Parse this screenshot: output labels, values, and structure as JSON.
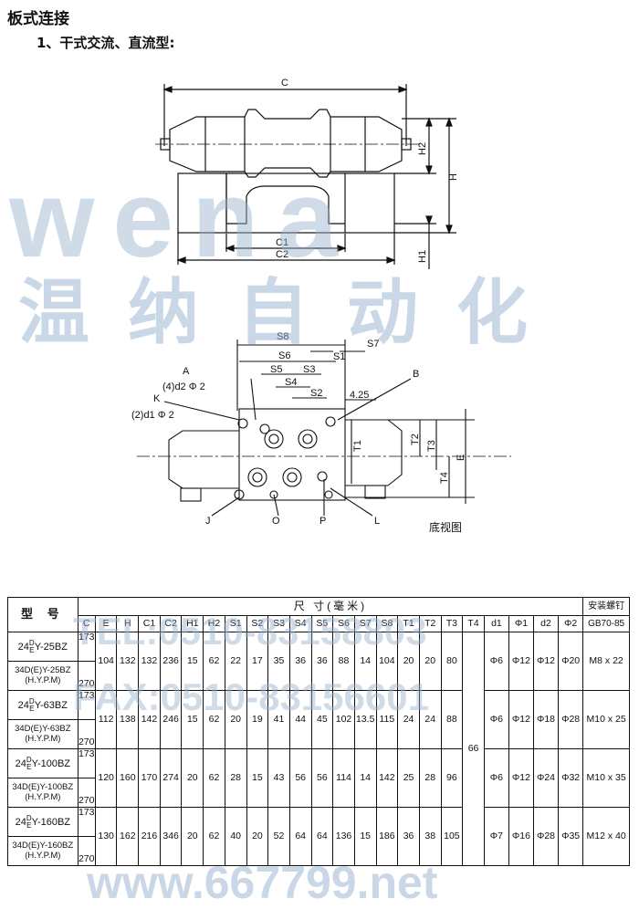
{
  "heading": {
    "title": "板式连接",
    "subtitle": "1、干式交流、直流型:"
  },
  "top_view": {
    "labels": {
      "C": "C",
      "H": "H",
      "H1": "H1",
      "H2": "H2",
      "C1": "C1",
      "C2": "C2"
    }
  },
  "bottom_view": {
    "caption": "底视图",
    "labels": {
      "S1": "S1",
      "S2": "S2",
      "S3": "S3",
      "S4": "S4",
      "S5": "S5",
      "S6": "S6",
      "S7": "S7",
      "S8": "S8",
      "T1": "T1",
      "T2": "T2",
      "T3": "T3",
      "T4": "T4",
      "E": "E",
      "A": "A",
      "B": "B",
      "K": "K",
      "J": "J",
      "O": "O",
      "P": "P",
      "L": "L",
      "d2": "(4)d2 Φ 2",
      "d1": "(2)d1 Φ 2",
      "offset": "4.25"
    }
  },
  "table": {
    "model_header": "型 号",
    "dim_header": "尺      寸(毫米)",
    "screw_header": "安装螺钉",
    "columns": [
      "C",
      "E",
      "H",
      "C1",
      "C2",
      "H1",
      "H2",
      "S1",
      "S2",
      "S3",
      "S4",
      "S5",
      "S6",
      "S7",
      "S8",
      "T1",
      "T2",
      "T3",
      "T4",
      "d1",
      "Φ1",
      "d2",
      "Φ2",
      "GB70-85"
    ],
    "t4_shared": "66",
    "groups": [
      {
        "model_a": "24DEY-25BZ",
        "model_a_pre": "24",
        "model_a_sup": "D",
        "model_a_sub": "E",
        "model_a_post": "Y-25BZ",
        "model_b1": "34D(E)Y-25BZ",
        "model_b2": "(H.Y.P.M)",
        "c_a": "173",
        "c_b": "270",
        "values": [
          "104",
          "132",
          "132",
          "236",
          "15",
          "62",
          "22",
          "17",
          "35",
          "36",
          "36",
          "88",
          "14",
          "104",
          "20",
          "20",
          "80"
        ],
        "tail": [
          "Φ6",
          "Φ12",
          "Φ12",
          "Φ20",
          "M8 x 22"
        ]
      },
      {
        "model_a": "24DEY-63BZ",
        "model_a_pre": "24",
        "model_a_sup": "D",
        "model_a_sub": "E",
        "model_a_post": "Y-63BZ",
        "model_b1": "34D(E)Y-63BZ",
        "model_b2": "(H.Y.P.M)",
        "c_a": "173",
        "c_b": "270",
        "values": [
          "112",
          "138",
          "142",
          "246",
          "15",
          "62",
          "20",
          "19",
          "41",
          "44",
          "45",
          "102",
          "13.5",
          "115",
          "24",
          "24",
          "88"
        ],
        "tail": [
          "Φ6",
          "Φ12",
          "Φ18",
          "Φ28",
          "M10 x 25"
        ]
      },
      {
        "model_a": "24DEY-100BZ",
        "model_a_pre": "24",
        "model_a_sup": "D",
        "model_a_sub": "E",
        "model_a_post": "Y-100BZ",
        "model_b1": "34D(E)Y-100BZ",
        "model_b2": "(H.Y.P.M)",
        "c_a": "173",
        "c_b": "270",
        "values": [
          "120",
          "160",
          "170",
          "274",
          "20",
          "62",
          "28",
          "15",
          "43",
          "56",
          "56",
          "114",
          "14",
          "142",
          "25",
          "28",
          "96"
        ],
        "tail": [
          "Φ6",
          "Φ12",
          "Φ24",
          "Φ32",
          "M10 x 35"
        ]
      },
      {
        "model_a": "24DEY-160BZ",
        "model_a_pre": "24",
        "model_a_sup": "D",
        "model_a_sub": "E",
        "model_a_post": "Y-160BZ",
        "model_b1": "34D(E)Y-160BZ",
        "model_b2": "(H.Y.P.M)",
        "c_a": "173",
        "c_b": "270",
        "values": [
          "130",
          "162",
          "216",
          "346",
          "20",
          "62",
          "40",
          "20",
          "52",
          "64",
          "64",
          "136",
          "15",
          "186",
          "36",
          "38",
          "105"
        ],
        "tail": [
          "Φ7",
          "Φ16",
          "Φ28",
          "Φ35",
          "M12 x 40"
        ]
      }
    ]
  },
  "watermark": {
    "logo": "wena",
    "company": "温纳自动化",
    "tel": "TEL:0510-83158803",
    "fax": "FAX:0510-83156601",
    "web": "www.667799.net",
    "color": "#8fb0d6"
  }
}
